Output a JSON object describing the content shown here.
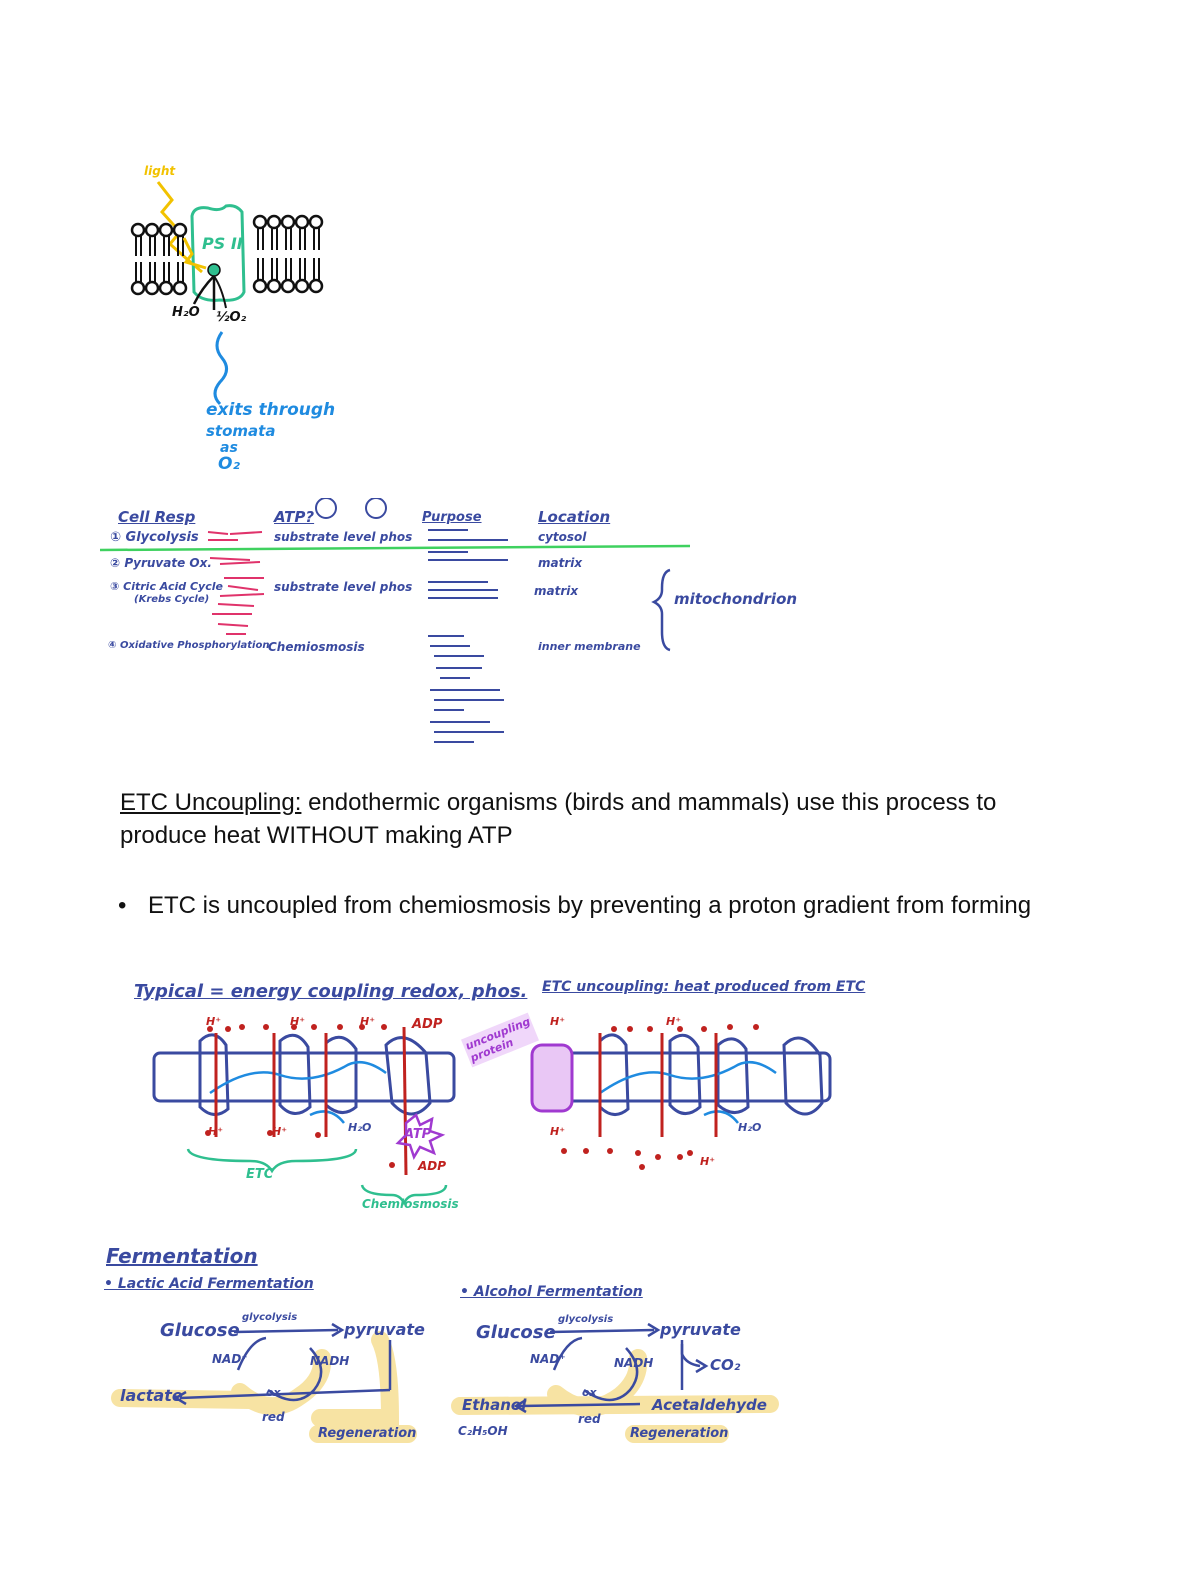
{
  "colors": {
    "ink_black": "#111111",
    "ink_blue": "#1f8be0",
    "ink_navy": "#3a4aa0",
    "ink_pink": "#e0336b",
    "ink_green": "#2fbf8f",
    "ink_bright_green": "#3fd15f",
    "ink_red": "#c0221f",
    "ink_purple": "#a03ad0",
    "ink_yellow": "#f2c200",
    "highlight": "#f7e3a3"
  },
  "photosystem": {
    "light_label": "light",
    "complex_label": "PS II",
    "water_label": "H₂O",
    "oxygen_label": "½O₂",
    "exit_note": [
      "exits through",
      "stomata",
      "as",
      "O₂"
    ]
  },
  "cell_resp_table": {
    "headers": [
      "Cell Resp",
      "ATP?",
      "Purpose",
      "Location"
    ],
    "rows": [
      {
        "step": "① Glycolysis",
        "atp": "substrate level phos",
        "location": "cytosol"
      },
      {
        "step": "② Pyruvate Ox.",
        "atp": "",
        "location": "matrix"
      },
      {
        "step": "③ Citric Acid Cycle",
        "sub": "(Krebs Cycle)",
        "atp": "substrate level phos",
        "location": "matrix"
      },
      {
        "step": "④ Oxidative Phosphorylation",
        "atp": "Chemiosmosis",
        "location": "inner membrane"
      }
    ],
    "bracket_label": "mitochondrion"
  },
  "uncoupling": {
    "term": "ETC Uncoupling:",
    "definition": " endothermic organisms (birds and mammals) use this process to produce heat WITHOUT making ATP",
    "bullet_symbol": "•",
    "bullet": "ETC is uncoupled from chemiosmosis by preventing a proton gradient from forming"
  },
  "diagram": {
    "typical_title": "Typical = energy coupling redox, phos.",
    "uncoupling_title": "ETC uncoupling: heat produced from ETC",
    "hplus": "H⁺",
    "adp_label": "ADP",
    "atp_label": "ATP",
    "water": "H₂O",
    "etc_label": "ETC",
    "chemiosmosis_label": "Chemiosmosis",
    "protein_note": "uncoupling protein"
  },
  "fermentation": {
    "title": "Fermentation",
    "lactic": {
      "title": "• Lactic Acid Fermentation",
      "glucose": "Glucose",
      "glycolysis": "glycolysis",
      "pyruvate": "pyruvate",
      "nad": "NAD⁺",
      "nadh": "NADH",
      "lactate": "lactate",
      "ox": "ox",
      "red": "red",
      "regen": "Regeneration"
    },
    "alcohol": {
      "title": "• Alcohol Fermentation",
      "glucose": "Glucose",
      "glycolysis": "glycolysis",
      "pyruvate": "pyruvate",
      "nad": "NAD⁺",
      "nadh": "NADH",
      "co2": "CO₂",
      "ethanol": "Ethanol",
      "acetaldehyde": "Acetaldehyde",
      "formula": "C₂H₅OH",
      "ox": "ox",
      "red": "red",
      "regen": "Regeneration"
    }
  }
}
